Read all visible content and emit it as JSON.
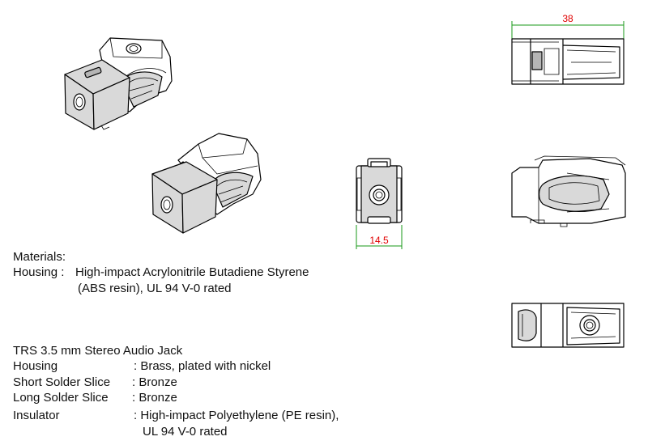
{
  "dimensions": {
    "length": "38",
    "width": "14.5"
  },
  "materials": {
    "heading": "Materials:",
    "housing_label": "Housing :",
    "housing_line1": "High-impact Acrylonitrile Butadiene Styrene",
    "housing_line2": "(ABS resin), UL 94 V-0 rated"
  },
  "jack": {
    "title": "TRS 3.5 mm Stereo Audio Jack",
    "rows": [
      {
        "label": "Housing",
        "value": ": Brass, plated with nickel"
      },
      {
        "label": "Short Solder Slice",
        "value": ": Bronze"
      },
      {
        "label": "Long Solder Slice",
        "value": ": Bronze"
      },
      {
        "label": "Insulator",
        "value": ": High-impact Polyethylene (PE resin),"
      }
    ],
    "insulator_line2": "UL 94 V-0 rated"
  },
  "colors": {
    "dimension_text": "#e00000",
    "dimension_line": "#1a9a1a",
    "housing_fill": "#d9d9d9"
  }
}
